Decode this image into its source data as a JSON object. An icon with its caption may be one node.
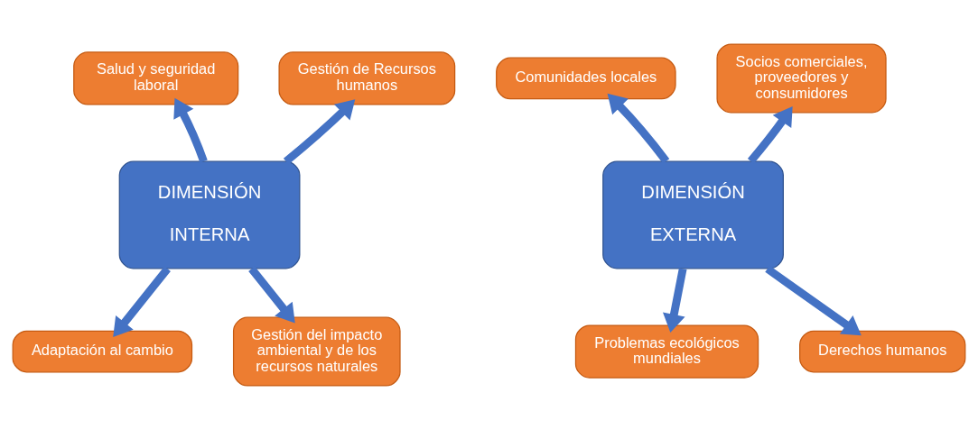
{
  "diagram": {
    "nodes": [
      {
        "text": [
          "DIMENSIÓN INTERNA"
        ]
      },
      {
        "text": [
          "Salud y seguridad laboral"
        ]
      },
      {
        "text": [
          "Gestión de Recursos humanos"
        ]
      },
      {
        "text": [
          "Adaptación al cambio"
        ]
      },
      {
        "text": [
          "Gestión del impacto ambiental y de los recursos naturales"
        ]
      },
      {
        "text": [
          "DIMENSIÓN EXTERNA"
        ]
      },
      {
        "text": [
          "Comunidades locales"
        ]
      },
      {
        "text": [
          "Socios comerciales, proveedores y consumidores"
        ]
      },
      {
        "text": [
          "Problemas ecológicos mundiales"
        ]
      },
      {
        "text": [
          "Derechos humanos"
        ]
      }
    ],
    "edges": [
      {
        "from": 0,
        "to": 1,
        "arrow": "to"
      },
      {
        "from": 0,
        "to": 2,
        "arrow": "to"
      },
      {
        "from": 0,
        "to": 3,
        "arrow": "to"
      },
      {
        "from": 0,
        "to": 4,
        "arrow": "to"
      },
      {
        "from": 5,
        "to": 6,
        "arrow": "to"
      },
      {
        "from": 5,
        "to": 7,
        "arrow": "to"
      },
      {
        "from": 5,
        "to": 8,
        "arrow": "to"
      },
      {
        "from": 5,
        "to": 9,
        "arrow": "to"
      }
    ]
  }
}
